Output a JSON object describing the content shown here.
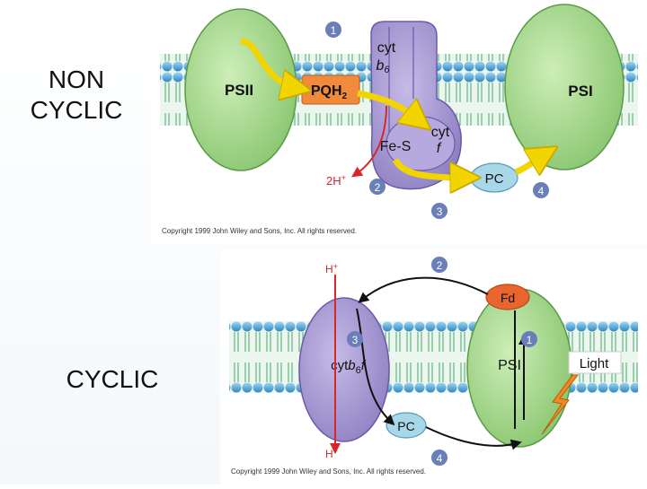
{
  "slide": {
    "label_noncyclic_line1": "NON",
    "label_noncyclic_line2": "CYCLIC",
    "label_cyclic": "CYCLIC"
  },
  "top_diagram": {
    "psii": "PSII",
    "pqh2_base": "PQH",
    "pqh2_sub": "2",
    "cyt_b6_line1": "cyt",
    "cyt_b6_line2": "b",
    "cyt_b6_sub": "6",
    "fe_s": "Fe-S",
    "cyt_f_line1": "cyt",
    "cyt_f_line2": "f",
    "psi": "PSI",
    "pc": "PC",
    "proton": "2H",
    "proton_sup": "+",
    "step1": "1",
    "step2": "2",
    "step3": "3",
    "step4": "4",
    "copyright": "Copyright 1999 John Wiley and Sons, Inc. All rights reserved."
  },
  "bottom_diagram": {
    "h_plus_top": "H",
    "h_plus_bottom": "H",
    "plus": "+",
    "fd": "Fd",
    "cytb6f_base": "cyt",
    "cytb6f_b": "b",
    "cytb6f_sub": "6",
    "cytb6f_f": "f",
    "psi": "PSI",
    "light": "Light",
    "pc": "PC",
    "step1": "1",
    "step2": "2",
    "step3": "3",
    "step4": "4",
    "copyright": "Copyright 1999 John Wiley and Sons, Inc. All rights reserved."
  },
  "colors": {
    "membrane_head": "#4aa3d8",
    "membrane_tail": "#8cc8a0",
    "psii_fill": "#a6d98c",
    "cyt_fill": "#a99bd0",
    "pqh2_fill": "#f08a3c",
    "fd_fill": "#e8662e",
    "pc_fill": "#a8d8e8",
    "arrow_yellow": "#f2d400",
    "proton_red": "#d8262c",
    "step_circle": "#6a7fb8",
    "lightning": "#f08a20"
  }
}
